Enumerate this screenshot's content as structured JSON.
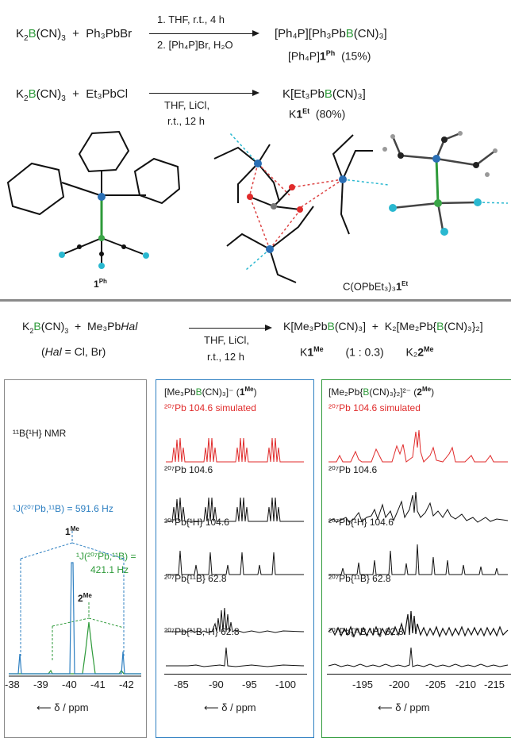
{
  "reaction1": {
    "lhs_a": "K",
    "lhs_a_sub": "2",
    "lhs_b": "B",
    "lhs_c": "(CN)",
    "lhs_c_sub": "3",
    "plus": "+",
    "reagent": "Ph₃PbBr",
    "cond1": "1. THF, r.t., 4 h",
    "cond2": "2. [Ph₄P]Br, H₂O",
    "product": "[Ph₄P][Ph₃Pb",
    "product_b": "B",
    "product_end": "(CN)₃]",
    "label": "[Ph₄P]",
    "label_bold": "1",
    "label_sup": "Ph",
    "yield": "(15%)"
  },
  "reaction2": {
    "reagent": "Et₃PbCl",
    "cond1": "THF, LiCl,",
    "cond2": "r.t., 12 h",
    "product": "K[Et₃Pb",
    "product_b": "B",
    "product_end": "(CN)₃]",
    "label": "K",
    "label_bold": "1",
    "label_sup": "Et",
    "yield": "(80%)"
  },
  "structures": {
    "left_label": "1",
    "left_label_sup": "Ph",
    "mid_label": "C(OPbEt₃)₃",
    "mid_label_bold": "1",
    "mid_label_sup": "Et"
  },
  "reaction3": {
    "reagent": "Me₃Pb",
    "reagent_hal": "Hal",
    "hal_note_open": "(",
    "hal_note_hal": "Hal",
    "hal_note_rest": " = Cl, Br)",
    "cond1": "THF, LiCl,",
    "cond2": "r.t., 12 h",
    "product1": "K[Me₃Pb",
    "product1_b": "B",
    "product1_end": "(CN)₃]",
    "plus": "+",
    "product2": "K₂[Me₂Pb{",
    "product2_b": "B",
    "product2_end": "(CN)₃}₂]",
    "label1": "K",
    "label1_bold": "1",
    "label1_sup": "Me",
    "ratio": "(1 : 0.3)",
    "label2": "K₂",
    "label2_bold": "2",
    "label2_sup": "Me"
  },
  "panel_left": {
    "title": "¹¹B{¹H} NMR",
    "j1_text": "¹J(²⁰⁷Pb,¹¹B) = 591.6 Hz",
    "j2_line1": "¹J(²⁰⁷Pb,¹¹B) =",
    "j2_line2": "421.1 Hz",
    "peak1_bold": "1",
    "peak1_sup": "Me",
    "peak2_bold": "2",
    "peak2_sup": "Me",
    "ticks": [
      "-38",
      "-39",
      "-40",
      "-41",
      "-42"
    ],
    "axis_label": "δ / ppm"
  },
  "panel_mid": {
    "title_pre": "[Me₃Pb",
    "title_b": "B",
    "title_post": "(CN)₃]⁻ (",
    "title_bold": "1",
    "title_sup": "Me",
    "title_close": ")",
    "traces": [
      "²⁰⁷Pb  104.6   simulated",
      "²⁰⁷Pb  104.6",
      "²⁰⁷Pb{¹H}  104.6",
      "²⁰⁷Pb{¹¹B}  62.8",
      "²⁰⁷Pb{¹¹B,¹H}  62.8"
    ],
    "ticks": [
      "-85",
      "-90",
      "-95",
      "-100"
    ],
    "axis_label": "δ / ppm"
  },
  "panel_right": {
    "title_pre": "[Me₂Pb{",
    "title_b": "B",
    "title_post": "(CN)₃}₂]²⁻ (",
    "title_bold": "2",
    "title_sup": "Me",
    "title_close": ")",
    "traces": [
      "²⁰⁷Pb  104.6   simulated",
      "²⁰⁷Pb  104.6",
      "²⁰⁷Pb{¹H}  104.6",
      "²⁰⁷Pb{¹¹B}  62.8",
      "²⁰⁷Pb{¹¹B,¹H}  62.8"
    ],
    "ticks": [
      "-195",
      "-200",
      "-205",
      "-210",
      "-215"
    ],
    "axis_label": "δ / ppm"
  },
  "colors": {
    "boron": "#2e9a3a",
    "simulated": "#e02b2b",
    "panel_mid_border": "#2d7fc1",
    "panel_right_border": "#2e9a3a",
    "panel_left_border": "#888888",
    "separator": "#8a8a8a"
  }
}
